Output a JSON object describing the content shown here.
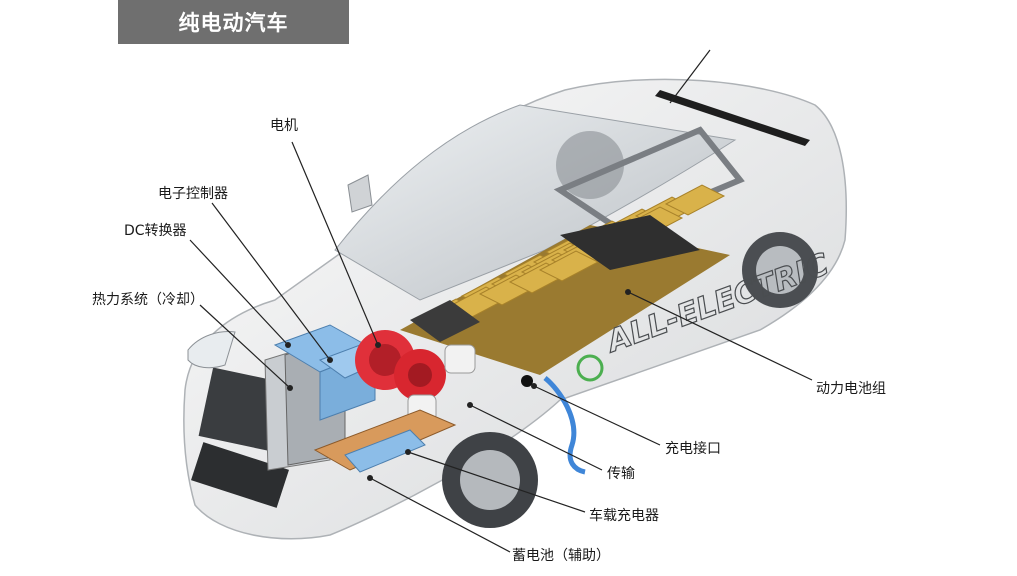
{
  "title": "纯电动汽车",
  "labels": {
    "motor": "电机",
    "controller": "电子控制器",
    "dc": "DC转换器",
    "thermal": "热力系统（冷却）",
    "battery_pack": "动力电池组",
    "charge_port": "充电接口",
    "transmission": "传输",
    "onboard_charger": "车载充电器",
    "aux_battery": "蓄电池（辅助）"
  },
  "car_side_text": "ALL-ELECTRIC",
  "colors": {
    "title_bg": "#6f6f6f",
    "battery_cells": "#d9b24a",
    "motor": "#e0303a",
    "converter": "#8cbde8",
    "charge_cable": "#3f86d8"
  }
}
